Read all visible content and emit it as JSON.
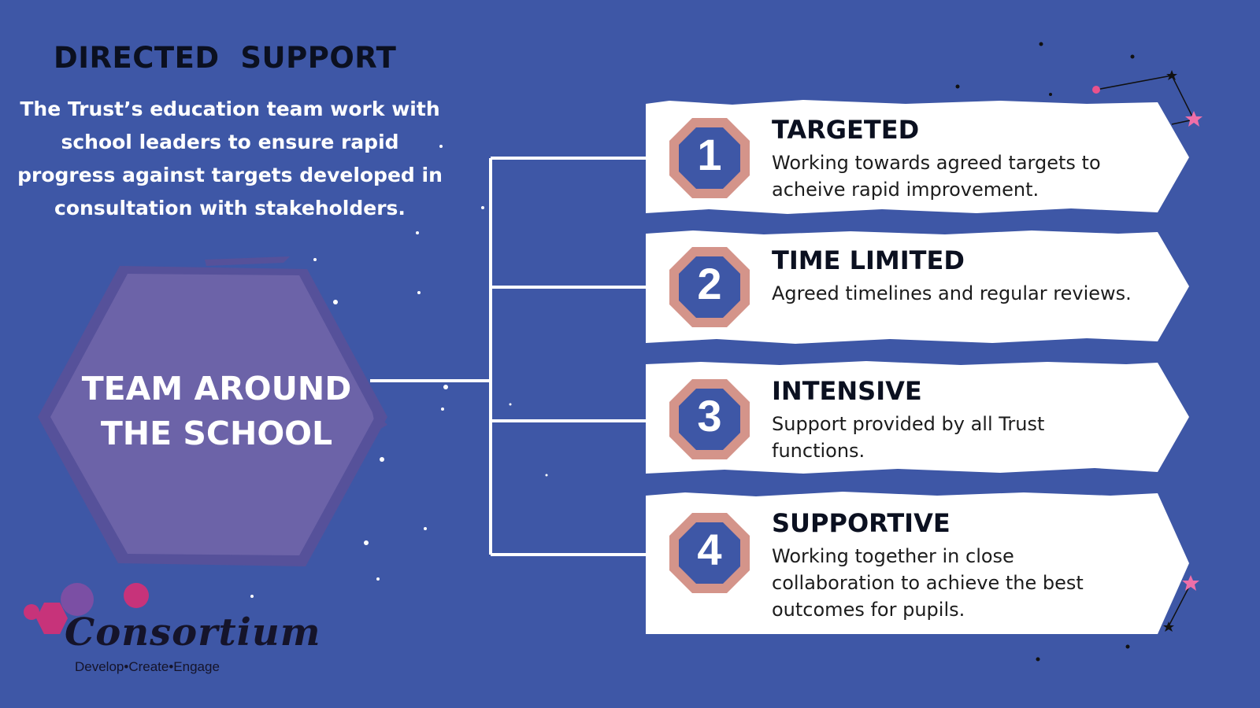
{
  "header": {
    "title": "DIRECTED  SUPPORT",
    "intro": "The Trust’s education team work with school leaders to ensure rapid progress against targets developed in consultation with stakeholders."
  },
  "hub": {
    "label_line1": "TEAM AROUND",
    "label_line2": "THE SCHOOL"
  },
  "cards": [
    {
      "number": "1",
      "title": "TARGETED",
      "description": "Working towards agreed targets to acheive rapid improvement."
    },
    {
      "number": "2",
      "title": "TIME LIMITED",
      "description": "Agreed timelines and regular reviews."
    },
    {
      "number": "3",
      "title": "INTENSIVE",
      "description": "Support provided by all Trust functions."
    },
    {
      "number": "4",
      "title": "SUPPORTIVE",
      "description": "Working together in close collaboration to achieve the best outcomes for pupils."
    }
  ],
  "logo": {
    "name": "Consortium",
    "tagline": "Develop•Create•Engage"
  },
  "colors": {
    "background": "#3e57a6",
    "hexagon": "#6c63a8",
    "badge_ring": "#d4948a",
    "badge_fill": "#3e57a6",
    "card": "#ffffff",
    "connector": "#ffffff"
  }
}
